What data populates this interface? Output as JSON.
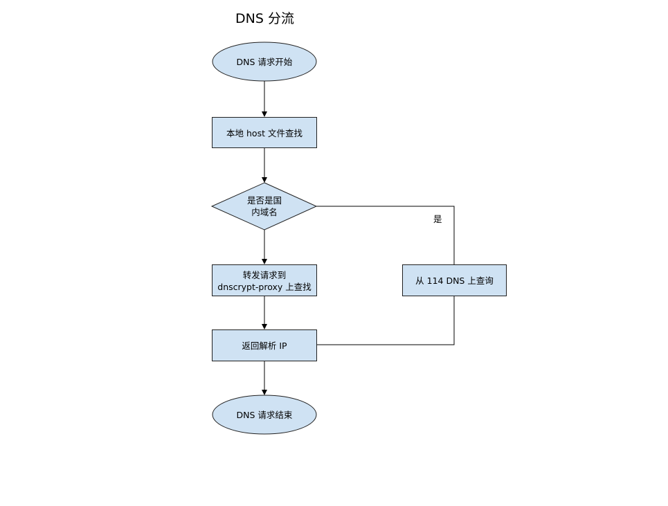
{
  "diagram": {
    "title": "DNS 分流",
    "colors": {
      "fill": "#cfe2f3",
      "stroke": "#1f1f1f",
      "line": "#000000"
    },
    "nodes": {
      "start": "DNS 请求开始",
      "host_lookup": "本地 host 文件查找",
      "decision": "是否是国\n内域名",
      "forward": "转发请求到\ndnscrypt-proxy 上查找",
      "query_114": "从 114 DNS 上查询",
      "return_ip": "返回解析 IP",
      "end": "DNS 请求结束"
    },
    "edge_labels": {
      "yes": "是"
    }
  }
}
